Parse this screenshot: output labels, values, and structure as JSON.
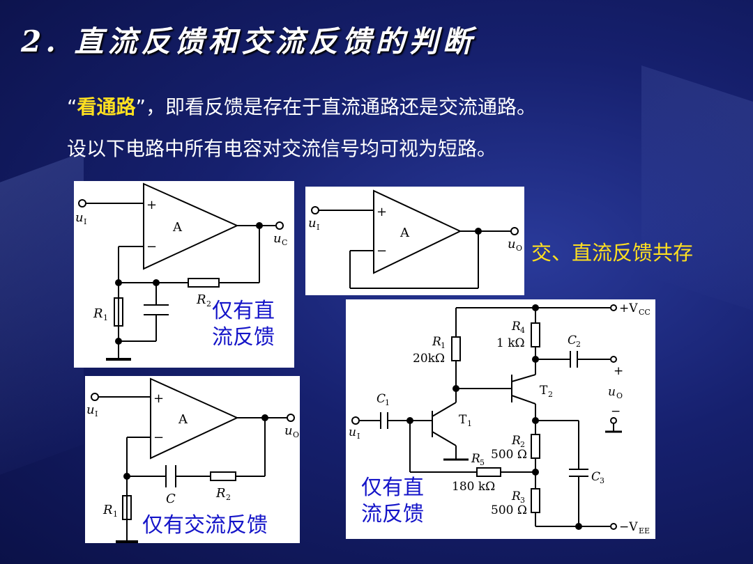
{
  "slide": {
    "title": "2. 直流反馈和交流反馈的判断",
    "line1": {
      "quote_open": "“",
      "highlight": "看通路",
      "quote_rest": "”，即看反馈是存在于直流通路还是交流通路。"
    },
    "line2": "设以下电路中所有电容对交流信号均可视为短路。"
  },
  "annotations": {
    "dc_only_a": "仅有直\n流反馈",
    "both": "交、直流反馈共存",
    "ac_only": "仅有交流反馈",
    "dc_only_b": "仅有直\n流反馈"
  },
  "circuits": {
    "c1": {
      "in": "u",
      "in_sub": "I",
      "out": "u",
      "out_sub": "C",
      "amp": "A",
      "plus": "+",
      "minus": "−",
      "r1": "R",
      "r1_sub": "1",
      "r2": "R",
      "r2_sub": "2"
    },
    "c2": {
      "in": "u",
      "in_sub": "I",
      "out": "u",
      "out_sub": "O",
      "amp": "A",
      "plus": "+",
      "minus": "−"
    },
    "c3": {
      "in": "u",
      "in_sub": "I",
      "out": "u",
      "out_sub": "O",
      "amp": "A",
      "plus": "+",
      "minus": "−",
      "r1": "R",
      "r1_sub": "1",
      "r2": "R",
      "r2_sub": "2",
      "c": "C"
    },
    "c4": {
      "vcc": "+V",
      "vcc_sub": "CC",
      "vee": "−V",
      "vee_sub": "EE",
      "r4": "R",
      "r4_sub": "4",
      "r4_val": "1 kΩ",
      "r1": "R",
      "r1_sub": "1",
      "r1_val": "20kΩ",
      "c2": "C",
      "c2_sub": "2",
      "c1": "C",
      "c1_sub": "1",
      "c3": "C",
      "c3_sub": "3",
      "t1": "T",
      "t1_sub": "1",
      "t2": "T",
      "t2_sub": "2",
      "r2": "R",
      "r2_sub": "2",
      "r2_val": "500 Ω",
      "r5": "R",
      "r5_sub": "5",
      "r5_val": "180 kΩ",
      "r3": "R",
      "r3_sub": "3",
      "r3_val": "500 Ω",
      "in": "u",
      "in_sub": "I",
      "out": "u",
      "out_sub": "O",
      "plus": "+",
      "minus": "−"
    }
  }
}
